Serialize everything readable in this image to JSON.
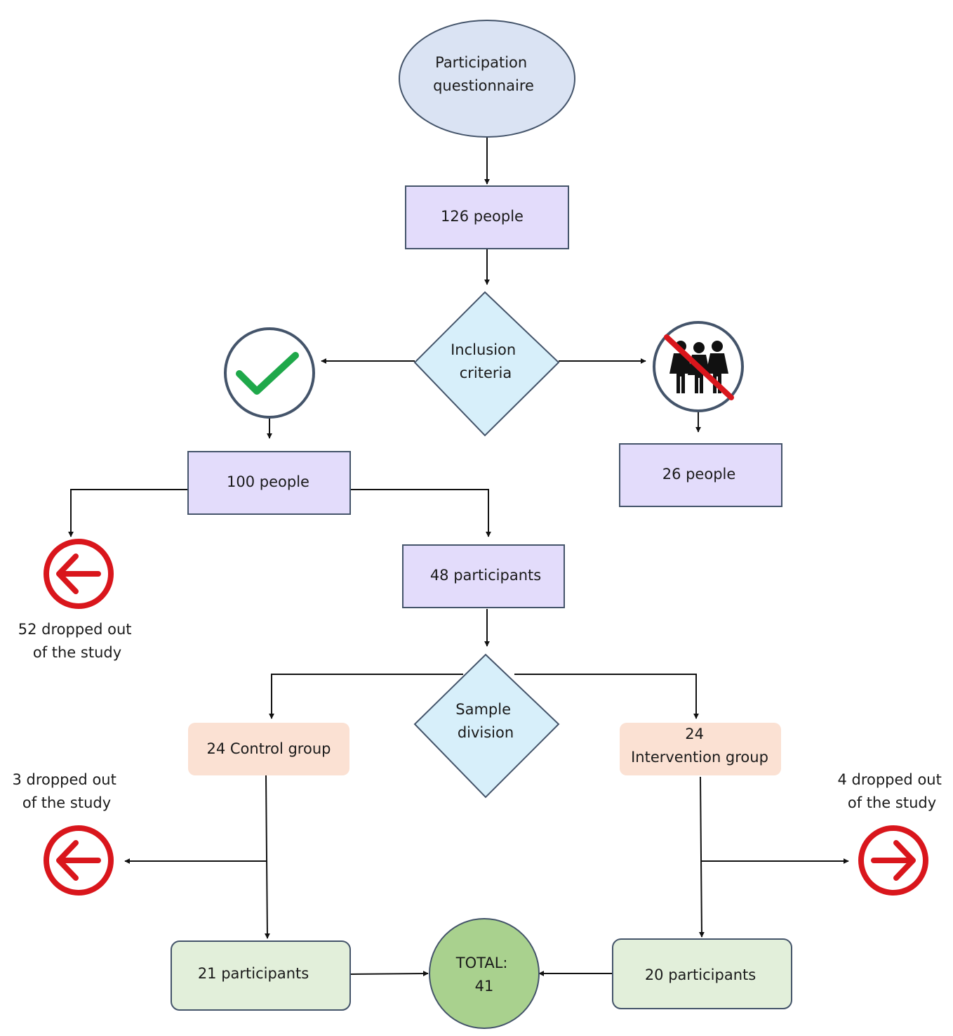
{
  "colors": {
    "ellipse_fill": "#dae3f3",
    "box_fill": "#e3dcfb",
    "diamond_fill": "#d7effa",
    "group_fill": "#fbe1d3",
    "result_fill": "#e2efda",
    "total_fill": "#a9d18e",
    "border": "#44546a",
    "red": "#d9161c",
    "check": "#1fa84a"
  },
  "icons": {
    "check": "check-circle-icon",
    "excluded": "no-people-icon",
    "dropout": "arrow-circle-icon"
  },
  "nodes": {
    "start": {
      "lines": [
        "Participation",
        "questionnaire"
      ]
    },
    "registered": {
      "lines": [
        "126 people"
      ]
    },
    "inclusion": {
      "lines": [
        "Inclusion",
        "criteria"
      ]
    },
    "included": {
      "lines": [
        "100 people"
      ]
    },
    "excluded": {
      "lines": [
        "26 people"
      ]
    },
    "dropped_main": {
      "lines": [
        "52 dropped out",
        "of the study"
      ]
    },
    "participants": {
      "lines": [
        "48 participants"
      ]
    },
    "division": {
      "lines": [
        "Sample",
        "division"
      ]
    },
    "control": {
      "lines": [
        "24 Control group"
      ]
    },
    "intervention": {
      "lines": [
        "24",
        "Intervention group"
      ]
    },
    "dropped_control": {
      "lines": [
        "3 dropped out",
        "of the study"
      ]
    },
    "dropped_intervention": {
      "lines": [
        "4 dropped out",
        "of the study"
      ]
    },
    "control_final": {
      "lines": [
        "21 participants"
      ]
    },
    "intervention_final": {
      "lines": [
        "20 participants"
      ]
    },
    "total": {
      "lines": [
        "TOTAL:",
        "41"
      ]
    }
  }
}
